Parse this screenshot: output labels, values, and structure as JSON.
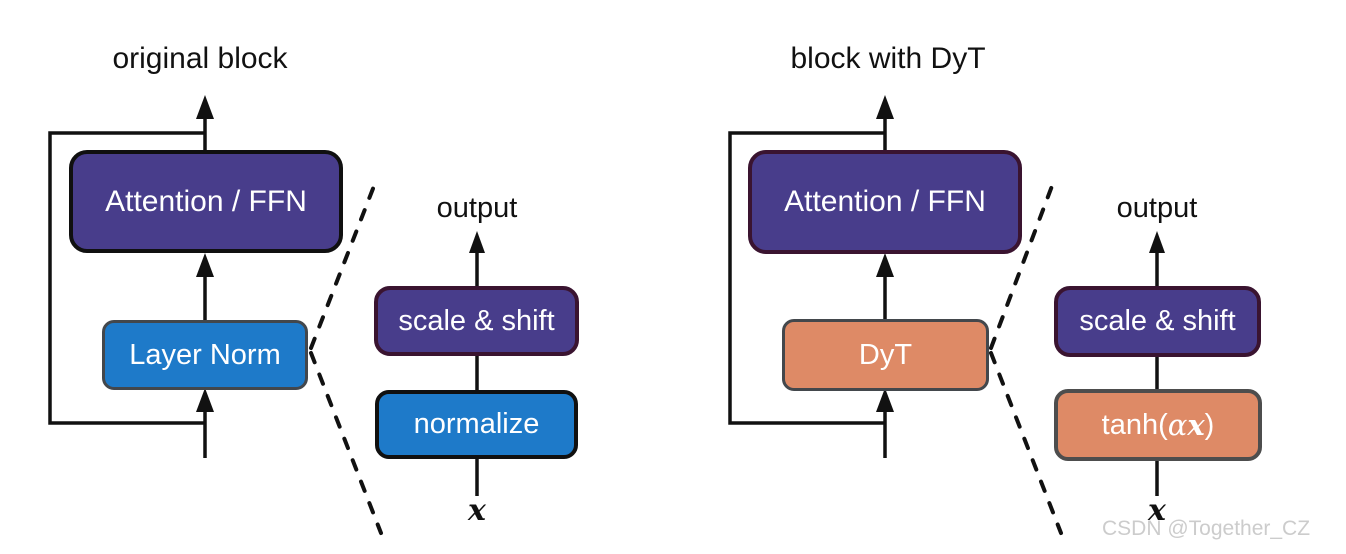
{
  "left_diagram": {
    "title": "original block",
    "attention_box_label": "Attention / FFN",
    "norm_box_label": "Layer Norm",
    "detail": {
      "output_label": "output",
      "scale_shift_label": "scale & shift",
      "op_box_label": "normalize",
      "input_var": "x"
    }
  },
  "right_diagram": {
    "title": "block with DyT",
    "attention_box_label": "Attention / FFN",
    "norm_box_label": "DyT",
    "detail": {
      "output_label": "output",
      "scale_shift_label": "scale & shift",
      "op_prefix": "tanh(",
      "op_alpha": "α",
      "op_var": "x",
      "op_suffix": ")",
      "input_var": "x"
    }
  },
  "watermark": "CSDN @Together_CZ",
  "colors": {
    "block_purple": "#483d8b",
    "norm_blue": "#1e7ac9",
    "dyt_orange": "#de8a66",
    "maroon_border": "#3a1430",
    "gray_border": "#43474c",
    "line_black": "#111111",
    "watermark_gray": "#cccccc"
  }
}
